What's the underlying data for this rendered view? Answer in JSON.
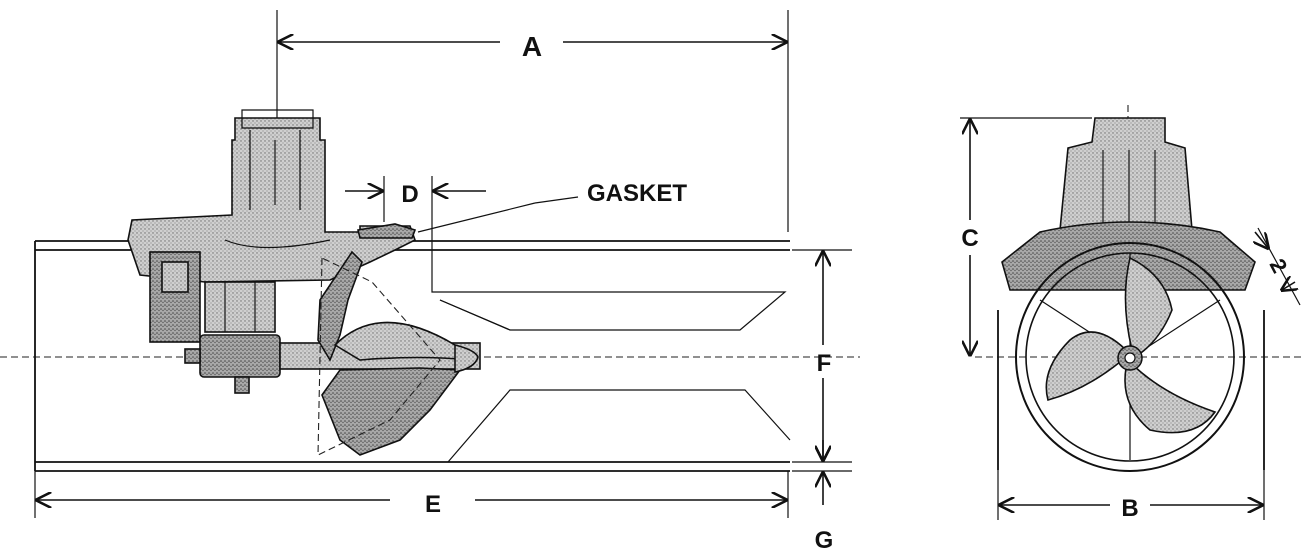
{
  "labels": {
    "a": "A",
    "b": "B",
    "c": "C",
    "d": "D",
    "e": "E",
    "f": "F",
    "g": "G",
    "gasket": "GASKET",
    "angle": "2"
  }
}
